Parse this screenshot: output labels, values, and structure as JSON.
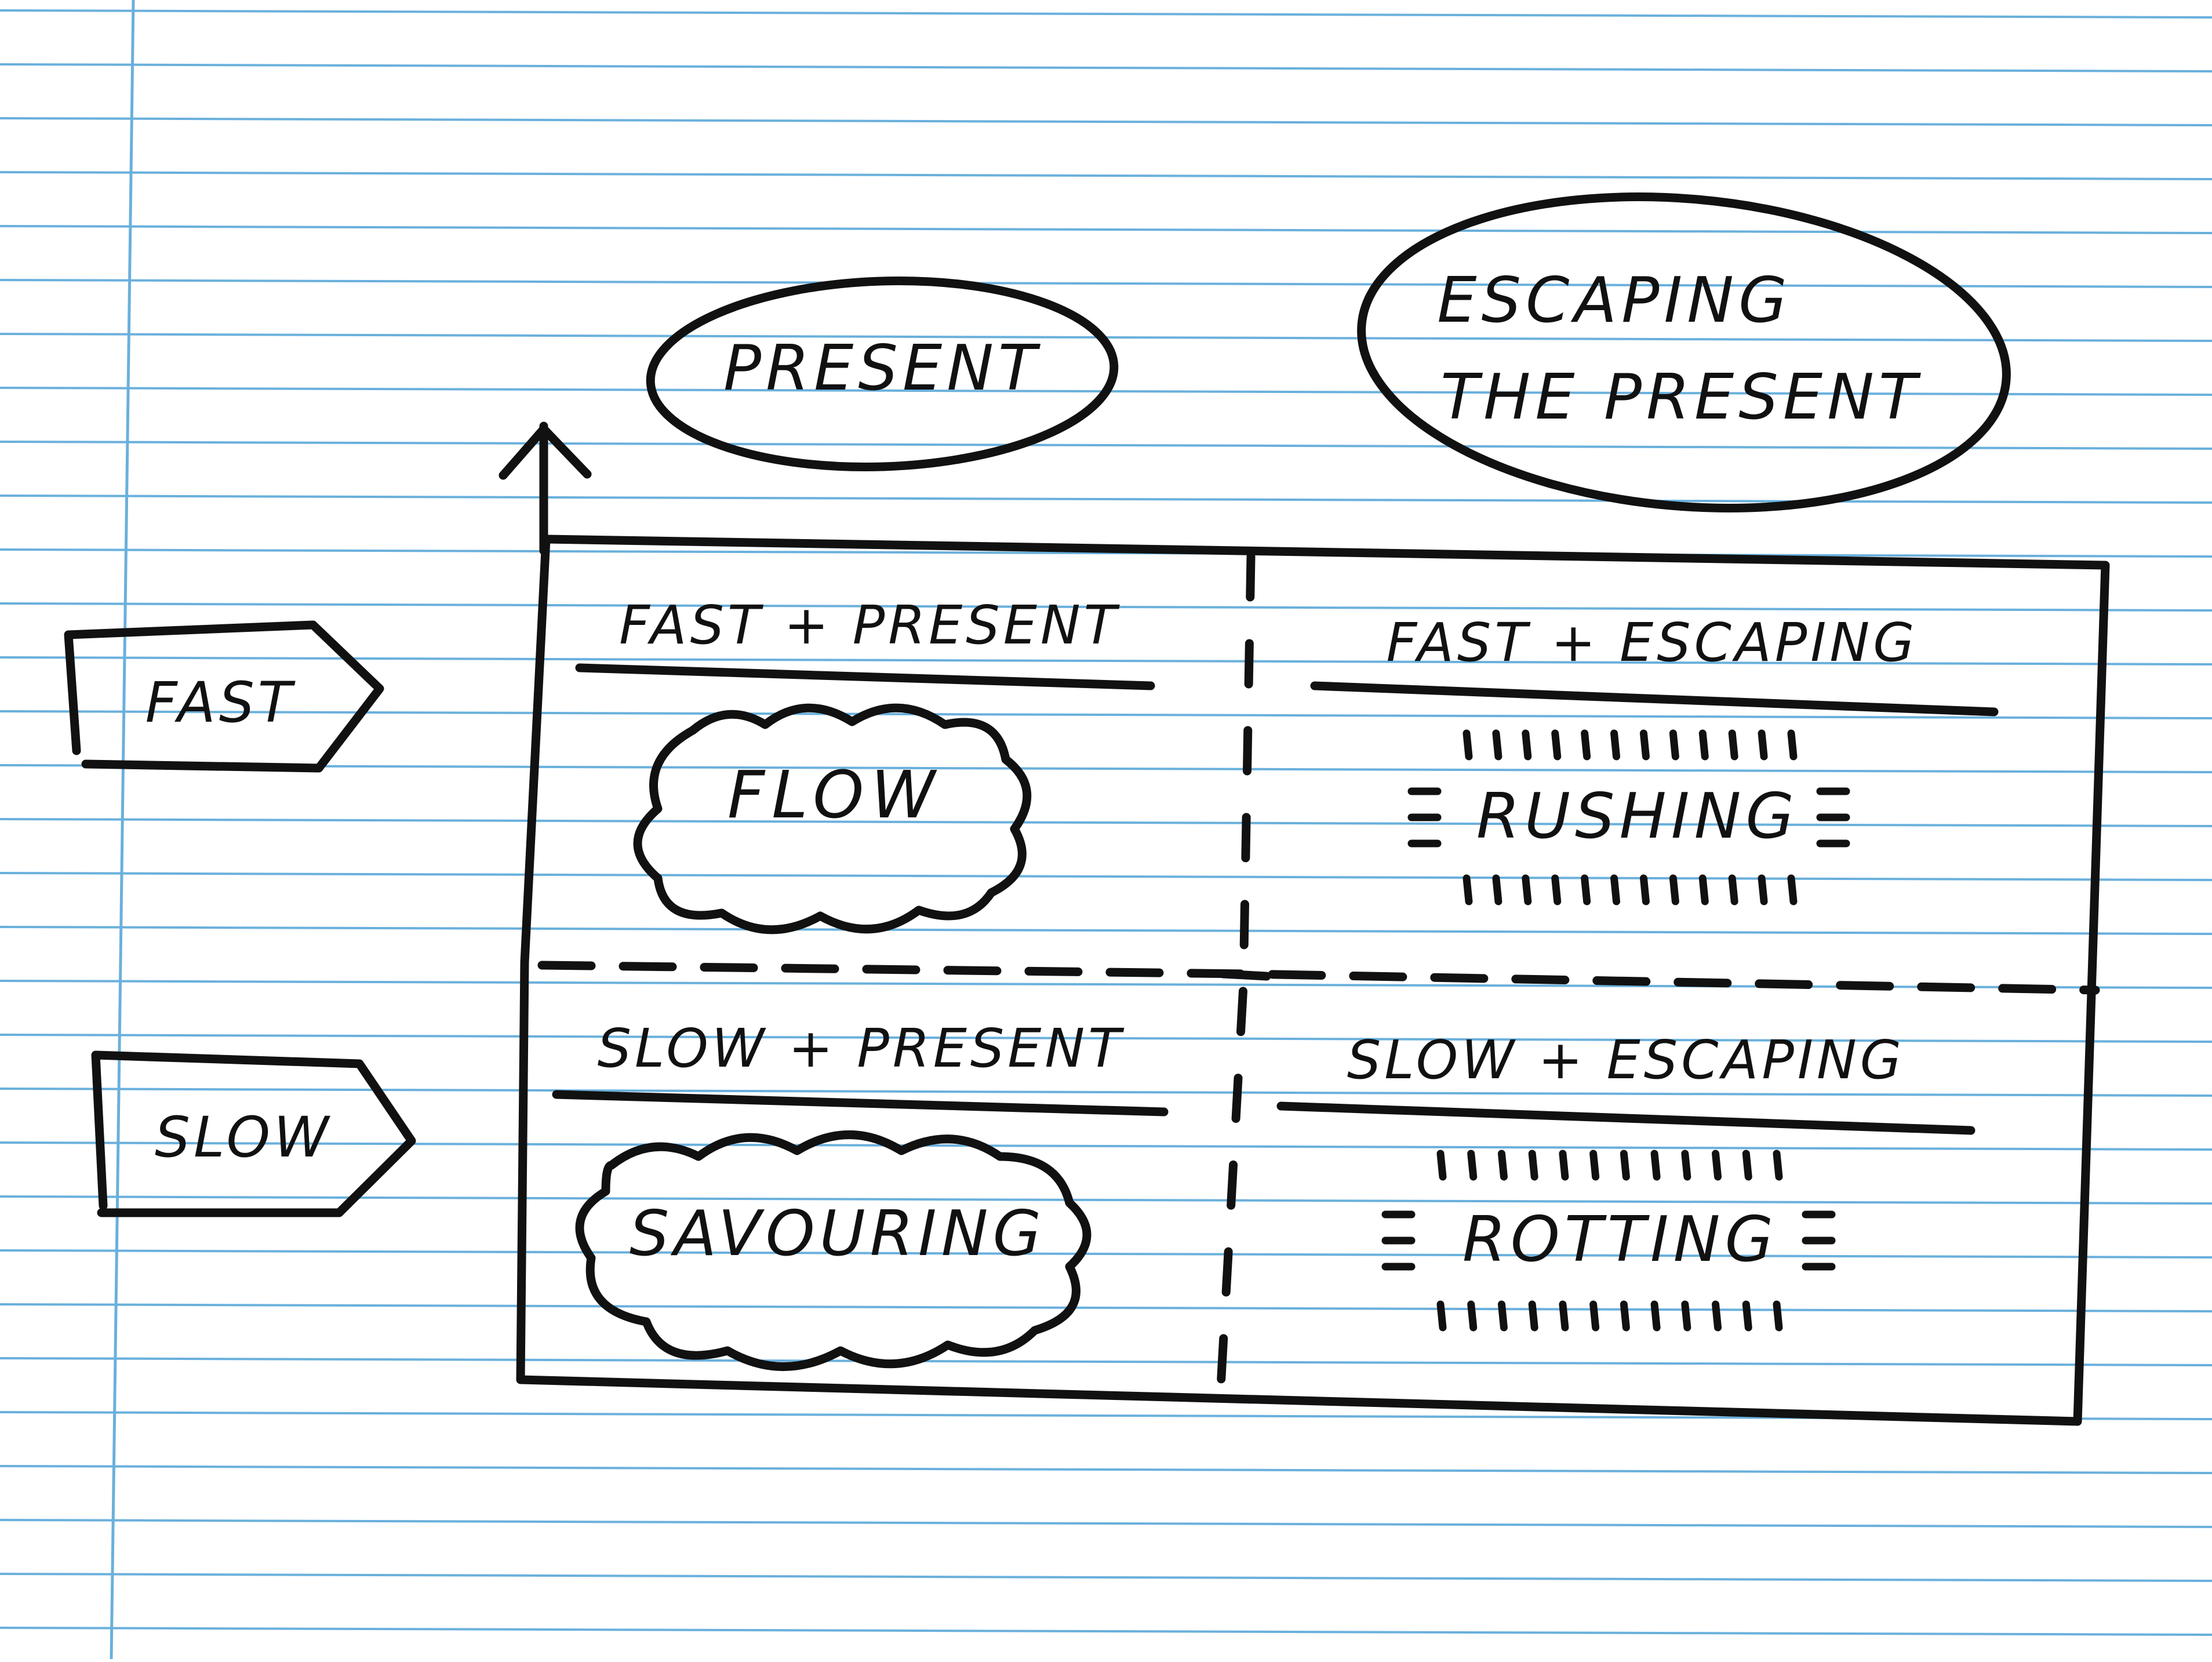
{
  "page": {
    "paper_color": "#ffffff",
    "ruling_color": "#6ab0dc",
    "ink_color": "#111111"
  },
  "axis": {
    "top_labels": {
      "left": "PRESENT",
      "right_line1": "ESCAPING",
      "right_line2": "THE PRESENT"
    },
    "side_labels": {
      "top": "FAST",
      "bottom": "SLOW"
    }
  },
  "quadrants": [
    {
      "id": "fast-present",
      "heading": "FAST + PRESENT",
      "term": "FLOW",
      "shape": "cloud"
    },
    {
      "id": "fast-escaping",
      "heading": "FAST + ESCAPING",
      "term": "RUSHING",
      "shape": "burst"
    },
    {
      "id": "slow-present",
      "heading": "SLOW + PRESENT",
      "term": "SAVOURING",
      "shape": "cloud"
    },
    {
      "id": "slow-escaping",
      "heading": "SLOW + ESCAPING",
      "term": "ROTTING",
      "shape": "burst"
    }
  ]
}
